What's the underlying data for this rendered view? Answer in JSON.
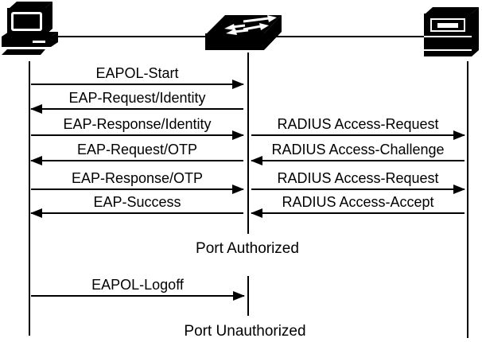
{
  "colors": {
    "ink": "#000000",
    "background": "#ffffff"
  },
  "icons": {
    "left": "desktop-computer-icon",
    "middle": "network-switch-icon",
    "right": "server-icon"
  },
  "messages": [
    {
      "label": "EAPOL-Start",
      "lane": "left",
      "direction": "right"
    },
    {
      "label": "EAP-Request/Identity",
      "lane": "left",
      "direction": "left"
    },
    {
      "label": "EAP-Response/Identity",
      "lane": "left",
      "direction": "right"
    },
    {
      "label": "RADIUS Access-Request",
      "lane": "right",
      "direction": "right"
    },
    {
      "label": "EAP-Request/OTP",
      "lane": "left",
      "direction": "left"
    },
    {
      "label": "RADIUS Access-Challenge",
      "lane": "right",
      "direction": "left"
    },
    {
      "label": "EAP-Response/OTP",
      "lane": "left",
      "direction": "right"
    },
    {
      "label": "RADIUS Access-Request",
      "lane": "right",
      "direction": "right"
    },
    {
      "label": "EAP-Success",
      "lane": "left",
      "direction": "left"
    },
    {
      "label": "RADIUS Access-Accept",
      "lane": "right",
      "direction": "left"
    },
    {
      "label": "EAPOL-Logoff",
      "lane": "left",
      "direction": "right"
    }
  ],
  "status_labels": [
    {
      "text": "Port Authorized"
    },
    {
      "text": "Port Unauthorized"
    }
  ]
}
